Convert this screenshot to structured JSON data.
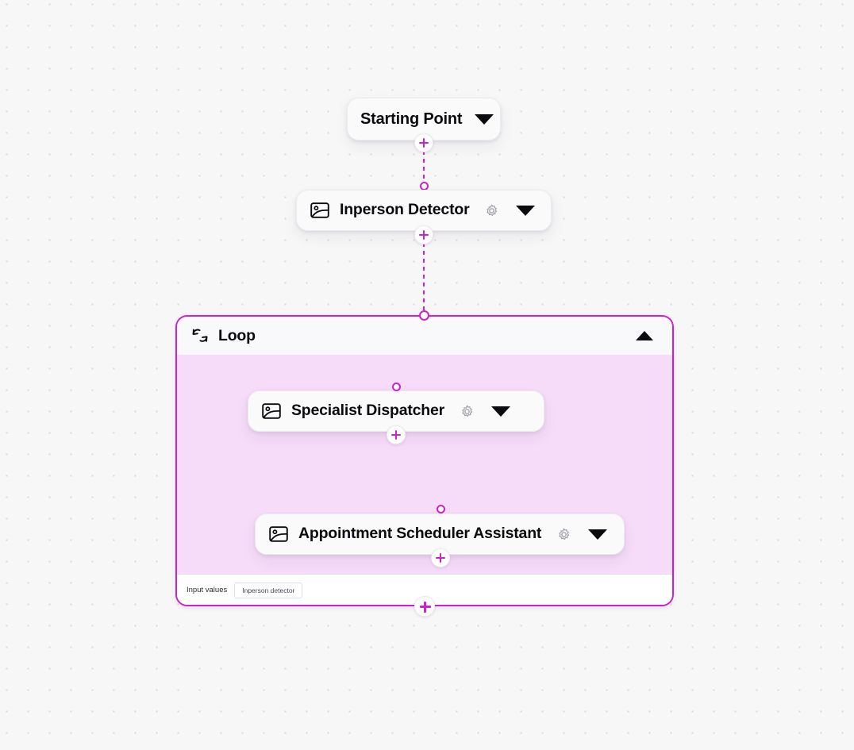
{
  "canvas": {
    "background_color": "#f7f7f7",
    "dot_color": "#d7d7db",
    "accent_color": "#cc22cc",
    "loop_body_color": "#f6dcf8"
  },
  "nodes": [
    {
      "id": "starting-point",
      "title": "Starting Point",
      "has_icon": false,
      "has_gear": false,
      "caret": "chevron-down-icon"
    },
    {
      "id": "inperson-detector",
      "title": "Inperson Detector",
      "icon": "image-icon",
      "gear": "gear-icon",
      "caret": "chevron-down-icon"
    },
    {
      "id": "specialist-dispatcher",
      "title": "Specialist Dispatcher",
      "icon": "image-icon",
      "gear": "gear-icon",
      "caret": "chevron-down-icon"
    },
    {
      "id": "appointment-scheduler",
      "title": "Appointment Scheduler Assistant",
      "icon": "image-icon",
      "gear": "gear-icon",
      "caret": "chevron-down-icon"
    }
  ],
  "loop": {
    "title": "Loop",
    "icon": "loop-icon",
    "collapse_icon": "chevron-up-icon",
    "footer": {
      "label": "Input values",
      "chip": "Inperson detector"
    }
  },
  "buttons": {
    "add_label": "+"
  }
}
